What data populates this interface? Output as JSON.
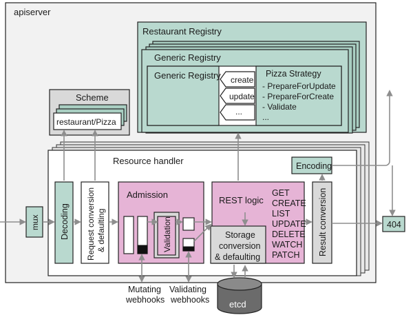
{
  "labels": {
    "apiserver": "apiserver",
    "restaurant_registry": "Restaurant Registry",
    "generic_registry_outer": "Generic Registry",
    "generic_registry_inner": "Generic Registry",
    "create": "create",
    "update": "update",
    "ellipsis": "...",
    "pizza_strategy_title": "Pizza Strategy",
    "pizza_strategy_items": [
      "- PrepareForUpdate",
      "- PrepareForCreate",
      "- Validate",
      "..."
    ],
    "scheme": "Scheme",
    "scheme_item": "restaurant/Pizza",
    "resource_handler": "Resource handler",
    "encoding": "Encoding",
    "mux": "mux",
    "decoding": "Decoding",
    "request_conversion_line1": "Request conversion",
    "request_conversion_line2": "& defaulting",
    "admission": "Admission",
    "validation": "Validation",
    "rest_logic": "REST logic",
    "rest_verbs": [
      "GET",
      "CREATE",
      "LIST",
      "UPDATE",
      "DELETE",
      "WATCH",
      "PATCH"
    ],
    "storage_conversion_line1": "Storage",
    "storage_conversion_line2": "conversion",
    "storage_conversion_line3": "& defaulting",
    "result_conversion": "Result conversion",
    "status_404": "404",
    "mutating_webhooks_line1": "Mutating",
    "mutating_webhooks_line2": "webhooks",
    "validating_webhooks_line1": "Validating",
    "validating_webhooks_line2": "webhooks",
    "etcd": "etcd"
  },
  "colors": {
    "teal": "#b9d9cf",
    "pink": "#e6b4d6",
    "grey": "#d9d9d9",
    "arrow": "#8e8e8e"
  }
}
